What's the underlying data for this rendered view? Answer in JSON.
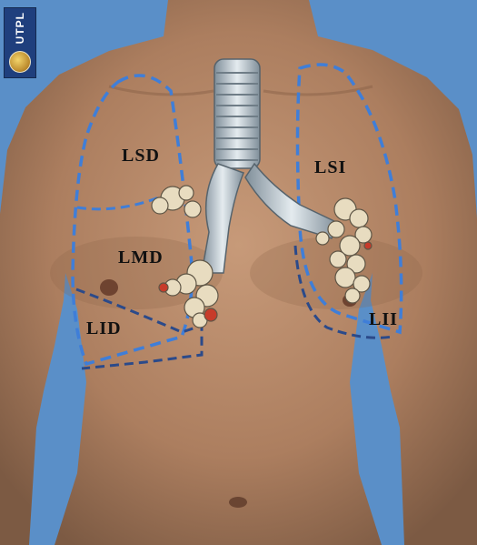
{
  "logo": {
    "text": "UTPL"
  },
  "lobes": {
    "lsd": "LSD",
    "lmd": "LMD",
    "lid": "LID",
    "lsi": "LSI",
    "lii": "LII"
  },
  "colors": {
    "background": "#5a8fc8",
    "skin": "#b98a6a",
    "lung_outline_right": "#3f7ed8",
    "lung_outline_lower": "#2b4a8a",
    "trachea": "#c9d3da"
  }
}
